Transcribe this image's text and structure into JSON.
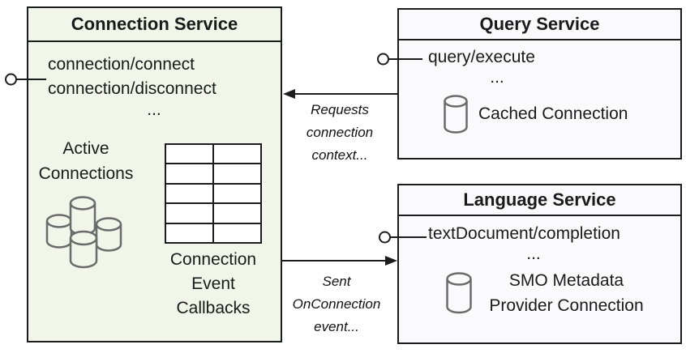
{
  "connection_service": {
    "title": "Connection Service",
    "method_1": "connection/connect",
    "method_2": "connection/disconnect",
    "ellipsis": "...",
    "active_connections_label": "Active Connections",
    "callbacks_label": "Connection Event Callbacks"
  },
  "query_service": {
    "title": "Query Service",
    "method_1": "query/execute",
    "ellipsis": "...",
    "cached_connection_label": "Cached Connection"
  },
  "language_service": {
    "title": "Language Service",
    "method_1": "textDocument/completion",
    "ellipsis": "...",
    "smo_connection_label": "SMO Metadata Provider Connection"
  },
  "arrows": {
    "requests_label": "Requests connection context...",
    "sent_label": "Sent OnConnection event..."
  },
  "icons": {
    "active_connections": "database-cluster-icon",
    "cached_connection": "database-icon",
    "smo_connection": "database-icon",
    "callbacks": "table-grid-icon",
    "interfaces": "lollipop-interface-connector"
  },
  "colors": {
    "connection_box_fill": "#f2f5e9",
    "service_box_fill": "#fafafc",
    "border_color": "#1c1c1c",
    "text_color": "#1a1a1a",
    "cylinder_stroke": "#6b6b6b"
  }
}
